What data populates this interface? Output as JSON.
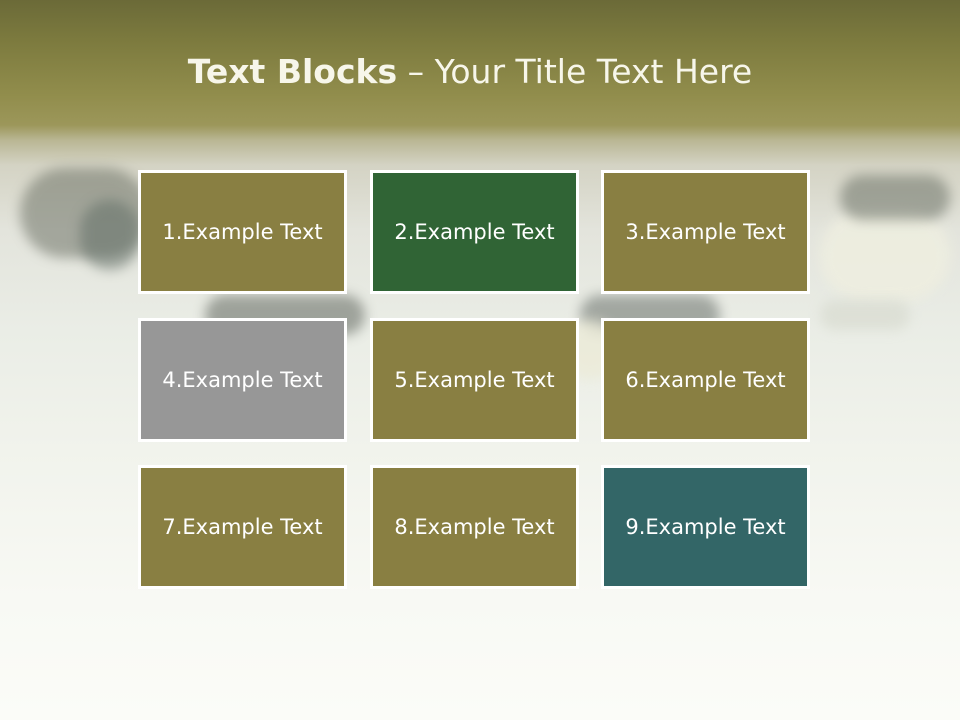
{
  "title": {
    "bold": "Text Blocks",
    "rest": " – Your Title Text Here"
  },
  "colors": {
    "olive": "#897f42",
    "green": "#306435",
    "gray": "#979797",
    "teal": "#336667"
  },
  "blocks": [
    {
      "label": "1.Example Text",
      "color": "#897f42"
    },
    {
      "label": "2.Example Text",
      "color": "#306435"
    },
    {
      "label": "3.Example Text",
      "color": "#897f42"
    },
    {
      "label": "4.Example Text",
      "color": "#979797"
    },
    {
      "label": "5.Example Text",
      "color": "#897f42"
    },
    {
      "label": "6.Example Text",
      "color": "#897f42"
    },
    {
      "label": "7.Example Text",
      "color": "#897f42"
    },
    {
      "label": "8.Example Text",
      "color": "#897f42"
    },
    {
      "label": "9.Example Text",
      "color": "#336667"
    }
  ]
}
